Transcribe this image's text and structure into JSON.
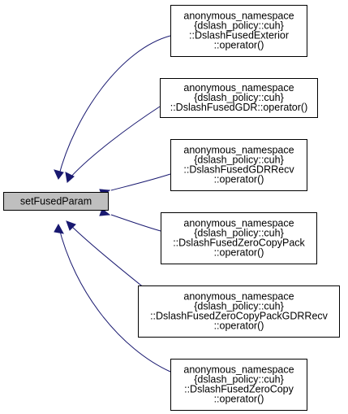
{
  "root": {
    "label": "setFusedParam"
  },
  "callers": [
    {
      "lines": [
        "anonymous_namespace",
        "{dslash_policy::cuh}",
        "::DslashFusedExterior",
        "::operator()"
      ]
    },
    {
      "lines": [
        "anonymous_namespace",
        "{dslash_policy::cuh}",
        "::DslashFusedGDR::operator()"
      ]
    },
    {
      "lines": [
        "anonymous_namespace",
        "{dslash_policy::cuh}",
        "::DslashFusedGDRRecv",
        "::operator()"
      ]
    },
    {
      "lines": [
        "anonymous_namespace",
        "{dslash_policy::cuh}",
        "::DslashFusedZeroCopyPack",
        "::operator()"
      ]
    },
    {
      "lines": [
        "anonymous_namespace",
        "{dslash_policy::cuh}",
        "::DslashFusedZeroCopyPackGDRRecv",
        "::operator()"
      ]
    },
    {
      "lines": [
        "anonymous_namespace",
        "{dslash_policy::cuh}",
        "::DslashFusedZeroCopy",
        "::operator()"
      ]
    }
  ],
  "colors": {
    "edge": "#191970",
    "root_fill": "#bfbfbf",
    "node_border": "#000000"
  }
}
